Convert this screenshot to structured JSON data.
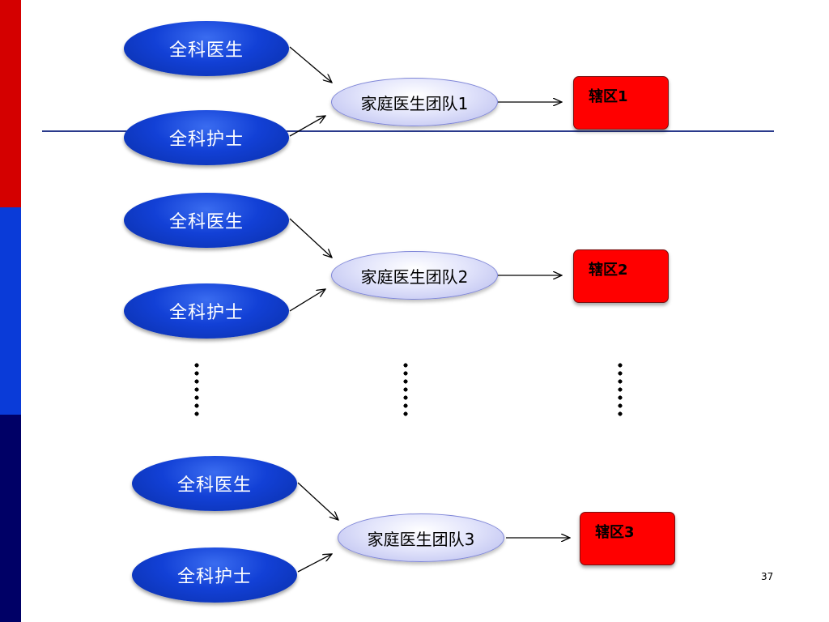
{
  "diagram": {
    "groups": [
      {
        "doctor": "全科医生",
        "nurse": "全科护士",
        "team": "家庭医生团队1",
        "zone": "辖区1"
      },
      {
        "doctor": "全科医生",
        "nurse": "全科护士",
        "team": "家庭医生团队2",
        "zone": "辖区2"
      },
      {
        "doctor": "全科医生",
        "nurse": "全科护士",
        "team": "家庭医生团队3",
        "zone": "辖区3"
      }
    ]
  },
  "page_number": "37",
  "colors": {
    "side_red": "#d40000",
    "side_blue": "#0a3bd8",
    "side_navy": "#000066",
    "oval_blue": "#1240d6",
    "team_fill": "#e2e4fb",
    "zone_red": "#ff0000"
  }
}
